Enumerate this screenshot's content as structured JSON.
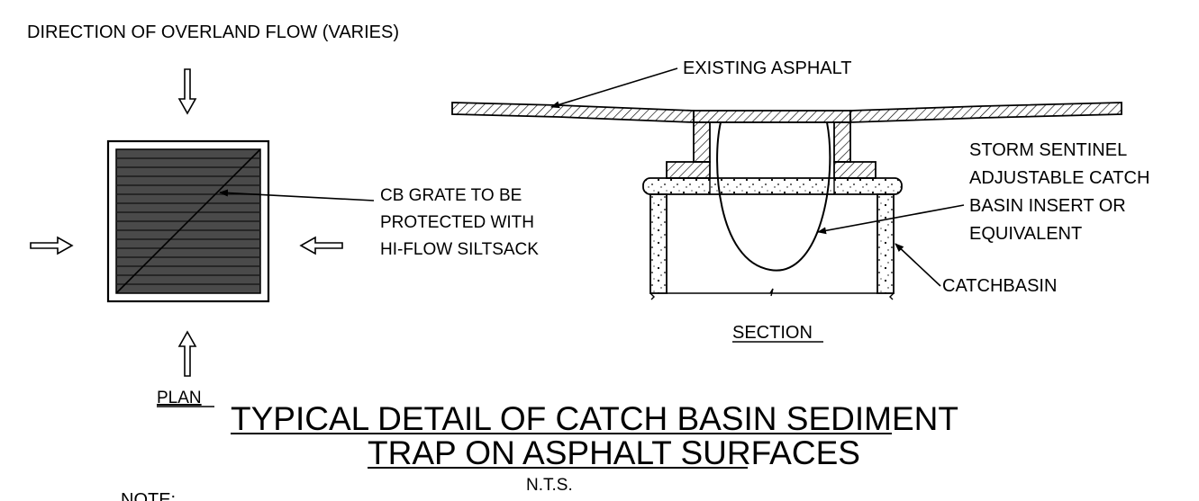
{
  "plan": {
    "flow_direction_label": "DIRECTION OF OVERLAND FLOW (VARIES)",
    "grate_note_lines": [
      "CB GRATE TO BE",
      "PROTECTED WITH",
      "HI-FLOW SILTSACK"
    ],
    "view_label": "PLAN"
  },
  "section": {
    "asphalt_label": "EXISTING ASPHALT",
    "insert_label_lines": [
      "STORM SENTINEL",
      "ADJUSTABLE CATCH",
      "BASIN INSERT OR",
      "EQUIVALENT"
    ],
    "catchbasin_label": "CATCHBASIN",
    "view_label": "SECTION"
  },
  "title": {
    "line1": "TYPICAL DETAIL OF CATCH BASIN SEDIMENT",
    "line2": "TRAP ON ASPHALT SURFACES",
    "scale": "N.T.S."
  },
  "note_label": "NOTE:",
  "colors": {
    "grate_fill": "#4a4a4a",
    "grate_bars": "#1a1a1a",
    "line": "#000000"
  }
}
